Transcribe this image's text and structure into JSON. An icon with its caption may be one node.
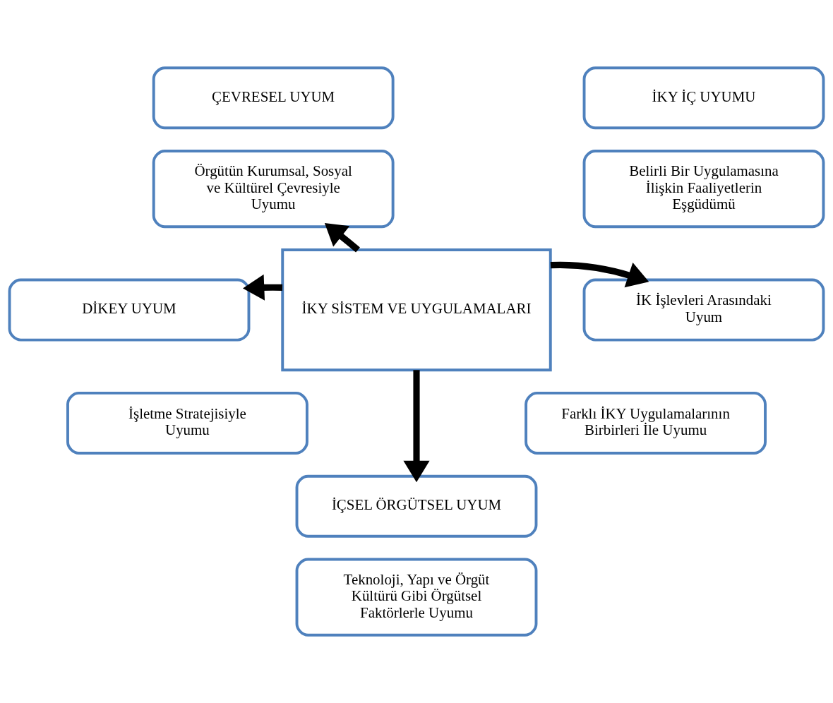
{
  "diagram": {
    "nodes": [
      {
        "text": [
          "İKY SİSTEM VE UYGULAMALARI"
        ]
      },
      {
        "text": [
          "ÇEVRESEL UYUM"
        ]
      },
      {
        "text": [
          "Örgütün Kurumsal, Sosyal ve Kültürel Çevresiyle Uyumu"
        ]
      },
      {
        "text": [
          "İKY İÇ UYUMU"
        ]
      },
      {
        "text": [
          "Belirli Bir Uygulamasına İlişkin Faaliyetlerin Eşgüdümü"
        ]
      },
      {
        "text": [
          "DİKEY UYUM"
        ]
      },
      {
        "text": [
          "İK İşlevleri Arasındaki Uyum"
        ]
      },
      {
        "text": [
          "İşletme Stratejisiyle Uyumu"
        ]
      },
      {
        "text": [
          "Farklı İKY Uygulamalarının Birbirleri İle Uyumu"
        ]
      },
      {
        "text": [
          "İÇSEL ÖRGÜTSEL UYUM"
        ]
      },
      {
        "text": [
          "Teknoloji, Yapı ve Örgüt Kültürü Gibi Örgütsel Faktörlerle Uyumu"
        ]
      }
    ],
    "edges": [
      {
        "from": 0,
        "to": 2,
        "arrow": "to"
      },
      {
        "from": 0,
        "to": 5,
        "arrow": "to"
      },
      {
        "from": 0,
        "to": 6,
        "arrow": "to"
      },
      {
        "from": 0,
        "to": 9,
        "arrow": "to"
      }
    ]
  }
}
